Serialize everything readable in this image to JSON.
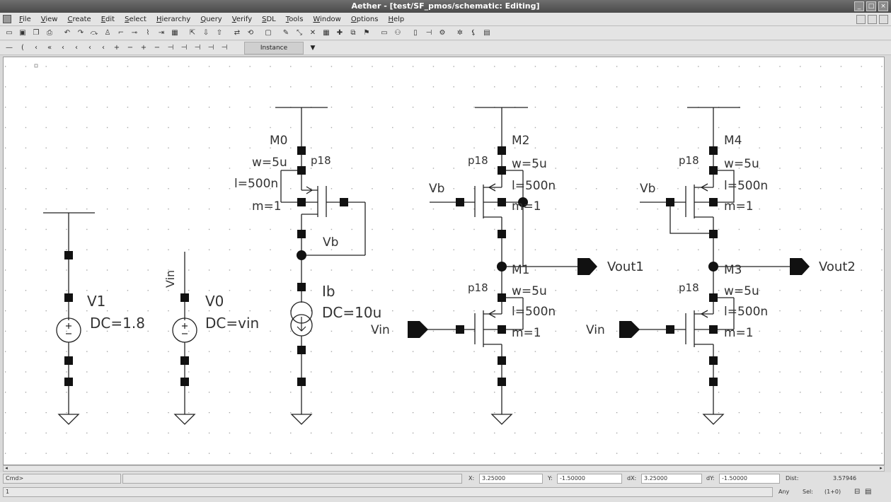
{
  "window": {
    "title": "Aether - [test/SF_pmos/schematic: Editing]"
  },
  "menu": [
    "File",
    "View",
    "Create",
    "Edit",
    "Select",
    "Hierarchy",
    "Query",
    "Verify",
    "SDL",
    "Tools",
    "Window",
    "Options",
    "Help"
  ],
  "toolbar1": {
    "icons": [
      "new-icon",
      "save-icon",
      "copy-icon",
      "print-icon",
      "sep",
      "undo-icon",
      "redo-icon",
      "redo-all-icon",
      "person-icon",
      "wire-icon",
      "pin-icon",
      "net-icon",
      "bus-icon",
      "table-icon",
      "sep",
      "select-icon",
      "down-arrow-icon",
      "up-arrow-icon",
      "sep",
      "move-icon",
      "rotate-icon",
      "sep",
      "window-icon",
      "sep",
      "pencil-icon",
      "stretch-icon",
      "cross-icon",
      "grid-icon",
      "plus-icon",
      "copy2-icon",
      "flag-icon",
      "sep",
      "monitor-icon",
      "binocular-icon",
      "sep",
      "page-icon",
      "pin2-icon",
      "gear-icon",
      "sep",
      "settings-icon",
      "probe-icon",
      "report-icon"
    ]
  },
  "toolbar2": {
    "icons": [
      "line-icon",
      "arc1-icon",
      "arc2-icon",
      "arc3-icon",
      "arc4-icon",
      "arc5-icon",
      "arc6-icon",
      "arc7-icon",
      "wire1-icon",
      "wire2-icon",
      "wire3-icon",
      "wire4-icon",
      "pin1-icon",
      "pin2-icon",
      "pin3-icon",
      "pin4-icon",
      "pin5-icon"
    ],
    "instance_label": "Instance"
  },
  "schematic": {
    "sources": [
      {
        "name": "V1",
        "param": "DC=1.8"
      },
      {
        "name": "V0",
        "param": "DC=vin",
        "net": "Vin"
      },
      {
        "name": "Ib",
        "param": "DC=10u"
      }
    ],
    "transistors": [
      {
        "name": "M0",
        "model": "p18",
        "w": "w=5u",
        "l": "l=500n",
        "m": "m=1",
        "gate": "Vb"
      },
      {
        "name": "M2",
        "model": "p18",
        "w": "w=5u",
        "l": "l=500n",
        "m": "m=1",
        "gate": "Vb"
      },
      {
        "name": "M1",
        "model": "p18",
        "w": "w=5u",
        "l": "l=500n",
        "m": "m=1",
        "gate": "Vin"
      },
      {
        "name": "M4",
        "model": "p18",
        "w": "w=5u",
        "l": "l=500n",
        "m": "m=1",
        "gate": "Vb"
      },
      {
        "name": "M3",
        "model": "p18",
        "w": "w=5u",
        "l": "l=500n",
        "m": "m=1",
        "gate": "Vin"
      }
    ],
    "outputs": [
      "Vout1",
      "Vout2"
    ],
    "inputs": [
      "Vin",
      "Vin"
    ]
  },
  "status": {
    "cmd_label": "Cmd>",
    "cmd_value": "",
    "x_label": "X:",
    "x_value": "3.25000",
    "y_label": "Y:",
    "y_value": "-1.50000",
    "dx_label": "dX:",
    "dx_value": "3.25000",
    "dy_label": "dY:",
    "dy_value": "-1.50000",
    "dist_label": "Dist:",
    "dist_value": "3.57946",
    "line_number": "1",
    "any_label": "Any",
    "sel_label": "Sel:",
    "sel_value": "(1+0)"
  }
}
